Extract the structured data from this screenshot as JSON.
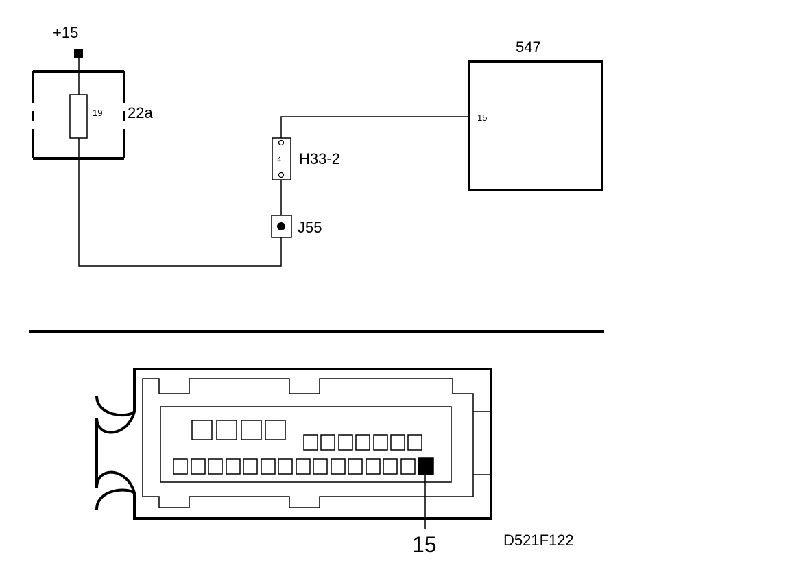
{
  "labels": {
    "supply": "+15",
    "fuse_box": "22a",
    "fuse_number": "19",
    "connector_h33": "H33-2",
    "connector_h33_pin": "4",
    "splice": "J55",
    "module": "547",
    "module_pin": "15",
    "connector_pin_callout": "15",
    "figure_id": "D521F122"
  },
  "colors": {
    "line": "#000000",
    "background": "#ffffff",
    "highlighted_pin": "#000000"
  },
  "connector_face": {
    "upper_row_large_pins": 4,
    "upper_row_small_pins": 7,
    "lower_row_pins": 15,
    "highlighted_pin": 15
  }
}
